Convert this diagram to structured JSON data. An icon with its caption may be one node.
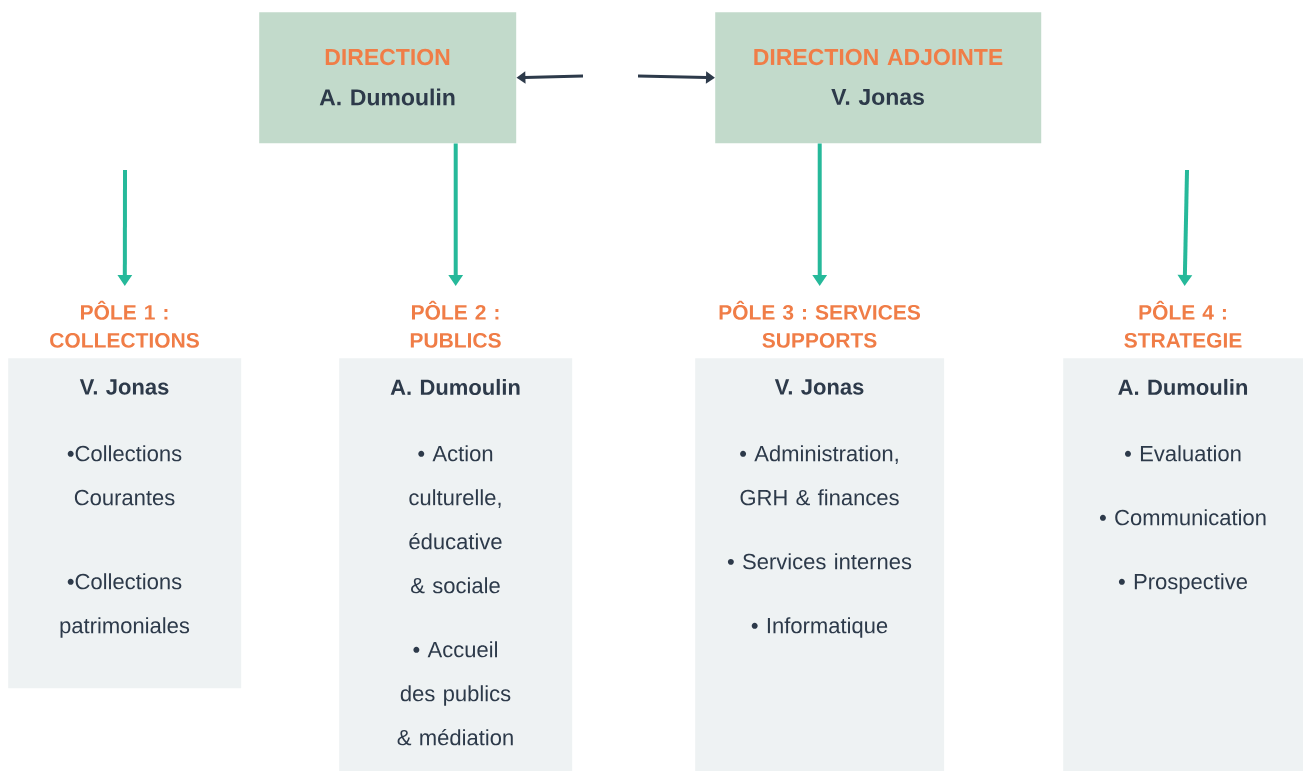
{
  "diagram": {
    "nodes": [
      {
        "text": [
          "DIRECTION",
          "A. Dumoulin"
        ]
      },
      {
        "text": [
          "DIRECTION ADJOINTE",
          "V. Jonas"
        ]
      },
      {
        "text": [
          "PÔLE 1 : COLLECTIONS",
          "V. Jonas",
          "•Collections Courantes",
          "•Collections patrimoniales"
        ]
      },
      {
        "text": [
          "PÔLE 2 : PUBLICS",
          "A. Dumoulin",
          "• Action culturelle, éducative & sociale",
          "• Accueil des publics & médiation"
        ]
      },
      {
        "text": [
          "PÔLE 3 : SERVICES SUPPORTS",
          "V. Jonas",
          "• Administration, GRH & finances",
          "• Services internes",
          "• Informatique"
        ]
      },
      {
        "text": [
          "PÔLE 4 : STRATEGIE",
          "A. Dumoulin",
          "• Evaluation",
          "• Communication",
          "• Prospective"
        ]
      }
    ],
    "edges": [
      {
        "from": null,
        "to": 0,
        "arrow": "to",
        "color": "#2d3a4a"
      },
      {
        "from": null,
        "to": 1,
        "arrow": "to",
        "color": "#2d3a4a"
      },
      {
        "from": null,
        "to": 2,
        "arrow": "to"
      },
      {
        "from": 0,
        "to": 3,
        "arrow": "to"
      },
      {
        "from": 1,
        "to": 4,
        "arrow": "to"
      },
      {
        "from": null,
        "to": 5,
        "arrow": "to"
      }
    ]
  }
}
